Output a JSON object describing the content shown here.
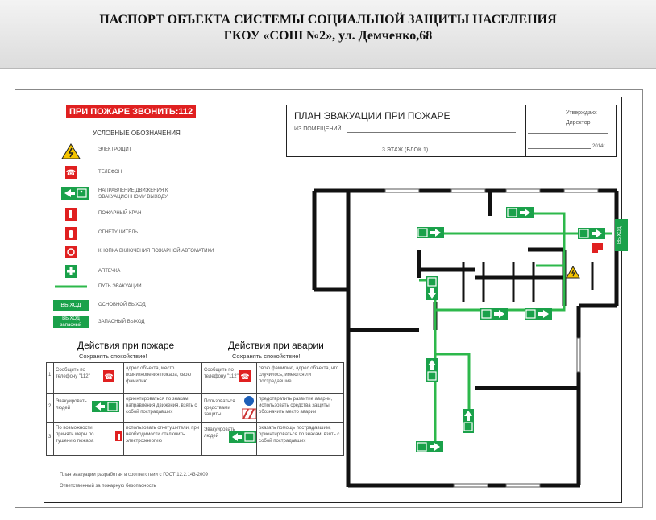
{
  "header": {
    "line1": "ПАСПОРТ ОБЪЕКТА СИСТЕМЫ СОЦИАЛЬНОЙ ЗАЩИТЫ НАСЕЛЕНИЯ",
    "line2": "ГКОУ «СОШ №2»,  ул. Демченко,68"
  },
  "poster": {
    "call_label": "ПРИ ПОЖАРЕ ЗВОНИТЬ:112",
    "legend_title": "УСЛОВНЫЕ ОБОЗНАЧЕНИЯ",
    "legend": [
      {
        "icon": "electric-hazard-icon",
        "label": "ЭЛЕКТРОЩИТ"
      },
      {
        "icon": "phone-icon",
        "label": "ТЕЛЕФОН"
      },
      {
        "icon": "exit-arrow-icon",
        "label": "НАПРАВЛЕНИЕ ДВИЖЕНИЯ К ЭВАКУАЦИОННОМУ ВЫХОДУ"
      },
      {
        "icon": "fire-hydrant-icon",
        "label": "ПОЖАРНЫЙ КРАН"
      },
      {
        "icon": "extinguisher-icon",
        "label": "ОГНЕТУШИТЕЛЬ"
      },
      {
        "icon": "alarm-button-icon",
        "label": "КНОПКА ВКЛЮЧЕНИЯ ПОЖАРНОЙ АВТОМАТИКИ"
      },
      {
        "icon": "first-aid-icon",
        "label": "АПТЕЧКА"
      },
      {
        "icon": "evacuation-path-icon",
        "label": "ПУТЬ ЭВАКУАЦИИ"
      },
      {
        "icon": "main-exit-badge",
        "label": "ОСНОВНОЙ ВЫХОД",
        "badge_text": "ВЫХОД"
      },
      {
        "icon": "spare-exit-badge",
        "label": "ЗАПАСНЫЙ ВЫХОД",
        "badge_text_1": "ВЫХОД",
        "badge_text_2": "запасный"
      }
    ],
    "fire_actions_title": "Действия при пожаре",
    "fire_actions_sub": "Сохранять спокойствие!",
    "accident_actions_title": "Действия при аварии",
    "accident_actions_sub": "Сохранять спокойствие!",
    "rows": [
      {
        "num": "1",
        "c1": "Сообщить по телефону \"112\"",
        "c2": "адрес объекта, место возникновения пожара, свою фамилию",
        "c3": "Сообщить по телефону \"112\"",
        "c4": "свою фамилию, адрес объекта, что случилось, имеются ли пострадавшие"
      },
      {
        "num": "2",
        "c1": "Эвакуировать людей",
        "c2": "ориентироваться по знакам направления движения, взять с собой пострадавших",
        "c3": "Пользоваться средствами защиты",
        "c4": "предотвратить развитие аварии, использовать средства защиты, обозначить место аварии"
      },
      {
        "num": "3",
        "c1": "По возможности принять меры по тушению пожара",
        "c2": "использовать огнетушители, при необходимости отключить электроэнергию",
        "c3": "Эвакуировать людей",
        "c4": "оказать помощь пострадавшим, ориентироваться по знакам, взять с собой пострадавших"
      }
    ],
    "plan_title": "ПЛАН ЭВАКУАЦИИ ПРИ ПОЖАРЕ",
    "plan_from": "ИЗ ПОМЕЩЕНИЙ",
    "plan_floor": "3 ЭТАЖ  (БЛОК 1)",
    "approve_1": "Утверждаю:",
    "approve_2": "Директор",
    "approve_year": "2014г.",
    "exit_sign": "ВЫХОД",
    "footer_1": "План эвакуации разработан в соответствии с ГОСТ 12.2.143-2009",
    "footer_2": "Ответственный за пожарную безопасность"
  },
  "colors": {
    "evac_green": "#2db84b",
    "sign_green": "#1aa14a",
    "alert_red": "#e02020",
    "wall": "#111111"
  }
}
